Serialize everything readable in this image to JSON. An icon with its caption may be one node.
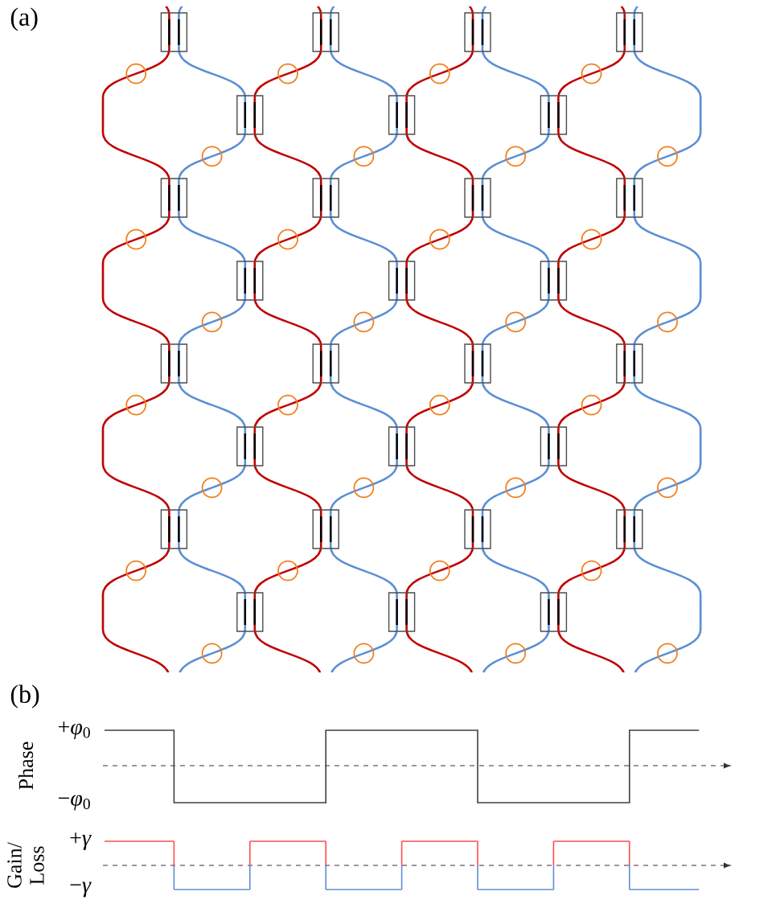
{
  "diagram": {
    "labels": [
      "(a)",
      "(b)",
      "Phase",
      "+*φ*$_{0}$",
      "−*φ*$_{0}$",
      "Gain/ Loss",
      "+*γ*",
      "−*γ*"
    ]
  }
}
